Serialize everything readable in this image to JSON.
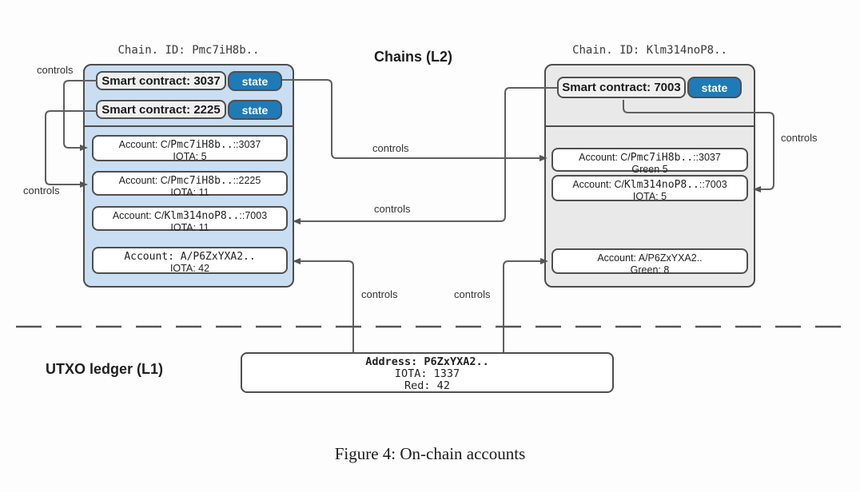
{
  "labels": {
    "chains_l2": "Chains (L2)",
    "utxo_l1": "UTXO ledger (L1)",
    "controls": "controls",
    "caption": "Figure 4: On-chain accounts"
  },
  "left_chain": {
    "title": "Chain. ID: Pmc7iH8b..",
    "smart_contracts": [
      {
        "label": "Smart contract: 3037",
        "state_label": "state"
      },
      {
        "label": "Smart contract: 2225",
        "state_label": "state"
      }
    ],
    "accounts": [
      {
        "pre": "Account: C/",
        "id": "Pmc7iH8b..",
        "post": "::3037",
        "balance": "IOTA: 5"
      },
      {
        "pre": "Account: C/",
        "id": "Pmc7iH8b..",
        "post": "::2225",
        "balance": "IOTA: 11"
      },
      {
        "pre": "Account: C/",
        "id": "Klm314noP8..",
        "post": "::7003",
        "balance": "IOTA: 11"
      },
      {
        "pre": "",
        "id": "Account: A/P6ZxYXA2..",
        "post": "",
        "balance": "IOTA: 42"
      }
    ]
  },
  "right_chain": {
    "title": "Chain. ID: Klm314noP8..",
    "smart_contracts": [
      {
        "label": "Smart contract: 7003",
        "state_label": "state"
      }
    ],
    "accounts": [
      {
        "pre": "Account: C/",
        "id": "Pmc7iH8b..",
        "post": "::3037",
        "balance": "Green 5"
      },
      {
        "pre": "Account: C/",
        "id": "Klm314noP8..",
        "post": "::7003",
        "balance": "IOTA: 5"
      },
      {
        "pre": "Account: A/P6ZxYXA2..",
        "id": "",
        "post": "",
        "balance": "Green: 8"
      }
    ]
  },
  "l1_ledger": {
    "address_box": {
      "title": "Address: P6ZxYXA2..",
      "line2": "IOTA: 1337",
      "line3": "Red: 42"
    }
  },
  "colors": {
    "left_chain_fill": "#c9def2",
    "right_chain_fill": "#e9e9e9",
    "contract_fill": "#f0f0f0",
    "state_badge_fill": "#1e7bb8",
    "box_border": "#4d4d4d",
    "wire": "#5f5f5f"
  }
}
